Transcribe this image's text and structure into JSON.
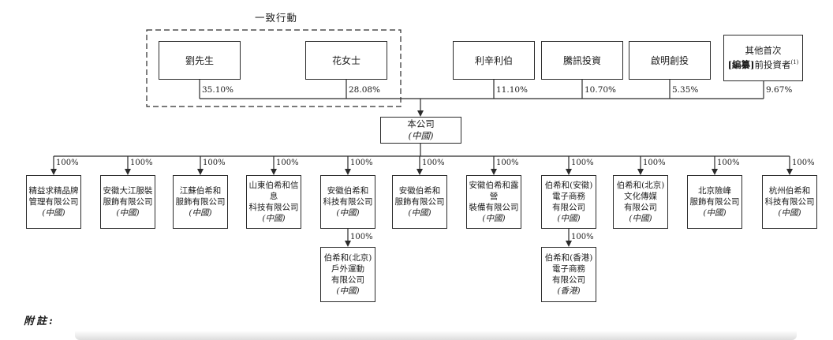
{
  "chart": {
    "concert_label": "一致行動",
    "company": {
      "name": "本公司",
      "jurisdiction": "(中國)"
    },
    "shareholders": [
      {
        "name": "劉先生",
        "pct": "35.10%"
      },
      {
        "name": "花女士",
        "pct": "28.08%"
      },
      {
        "name": "利辛利伯",
        "pct": "11.10%"
      },
      {
        "name": "騰訊投資",
        "pct": "10.70%"
      },
      {
        "name": "啟明創投",
        "pct": "5.35%"
      },
      {
        "line1": "其他首次",
        "redacted": "[編纂]",
        "line2": "前投資者",
        "footnote": "(1)",
        "pct": "9.67%"
      }
    ],
    "subsidiaries": [
      {
        "name": "精益求精品牌\n管理有限公司",
        "jurisdiction": "(中國)",
        "pct": "100%"
      },
      {
        "name": "安徽大江服裝\n服飾有限公司",
        "jurisdiction": "(中國)",
        "pct": "100%"
      },
      {
        "name": "江蘇伯希和\n服飾有限公司",
        "jurisdiction": "(中國)",
        "pct": "100%"
      },
      {
        "name": "山東伯希和信息\n科技有限公司",
        "jurisdiction": "(中國)",
        "pct": "100%"
      },
      {
        "name": "安徽伯希和\n科技有限公司",
        "jurisdiction": "(中國)",
        "pct": "100%"
      },
      {
        "name": "安徽伯希和\n服飾有限公司",
        "jurisdiction": "(中國)",
        "pct": "100%"
      },
      {
        "name": "安徽伯希和露營\n裝備有限公司",
        "jurisdiction": "(中國)",
        "pct": "100%"
      },
      {
        "name": "伯希和(安徽)\n電子商務\n有限公司",
        "jurisdiction": "(中國)",
        "pct": "100%"
      },
      {
        "name": "伯希和(北京)\n文化傳媒\n有限公司",
        "jurisdiction": "(中國)",
        "pct": "100%"
      },
      {
        "name": "北京險峰\n服飾有限公司",
        "jurisdiction": "(中國)",
        "pct": "100%"
      },
      {
        "name": "杭州伯希和\n科技有限公司",
        "jurisdiction": "(中國)",
        "pct": "100%"
      }
    ],
    "sub_subsidiaries": [
      {
        "name": "伯希和(北京)\n戶外運動\n有限公司",
        "jurisdiction": "(中國)",
        "pct": "100%"
      },
      {
        "name": "伯希和(香港)\n電子商務\n有限公司",
        "jurisdiction": "(香港)",
        "pct": "100%"
      }
    ]
  },
  "footer": {
    "notes_label": "附註:"
  }
}
